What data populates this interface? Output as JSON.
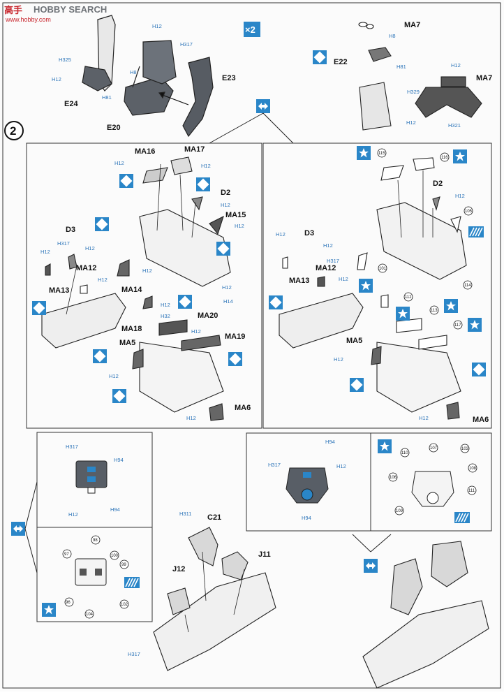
{
  "watermark": {
    "brand_cn": "高手",
    "brand_en": "HOBBY SEARCH",
    "url": "www.hobby.com"
  },
  "step_number": "2",
  "multiplier": "×2",
  "part_labels": {
    "E24": "E24",
    "E20": "E20",
    "E23": "E23",
    "E22": "E22",
    "MA7": "MA7",
    "MA16": "MA16",
    "MA17": "MA17",
    "D2": "D2",
    "MA15": "MA15",
    "D3": "D3",
    "MA12": "MA12",
    "MA13": "MA13",
    "MA14": "MA14",
    "MA18": "MA18",
    "MA20": "MA20",
    "MA5": "MA5",
    "MA19": "MA19",
    "MA6": "MA6",
    "C21": "C21",
    "J11": "J11",
    "J12": "J12"
  },
  "paint_codes": {
    "h12": "H12",
    "h317": "H317",
    "h325": "H325",
    "h8": "H8",
    "h81": "H81",
    "h329": "H329",
    "h321": "H321",
    "h14": "H14",
    "h32": "H32",
    "h94": "H94",
    "h311": "H311"
  },
  "decal_numbers": {
    "n115": "115",
    "n116": "116",
    "n105": "105",
    "n101": "101",
    "n114": "114",
    "n112": "112",
    "n113": "113",
    "n117": "117",
    "n110": "110",
    "n107": "107",
    "n103": "103",
    "n108": "108",
    "n106": "106",
    "n111": "111",
    "n109": "109",
    "n98": "98",
    "n97": "97",
    "n100": "100",
    "n99": "99",
    "n102": "102",
    "n104": "104",
    "n96": "96"
  },
  "colors": {
    "accent": "#2a86c8",
    "paint_label": "#2a73b8",
    "ink": "#111111",
    "panel": "#585e66"
  }
}
